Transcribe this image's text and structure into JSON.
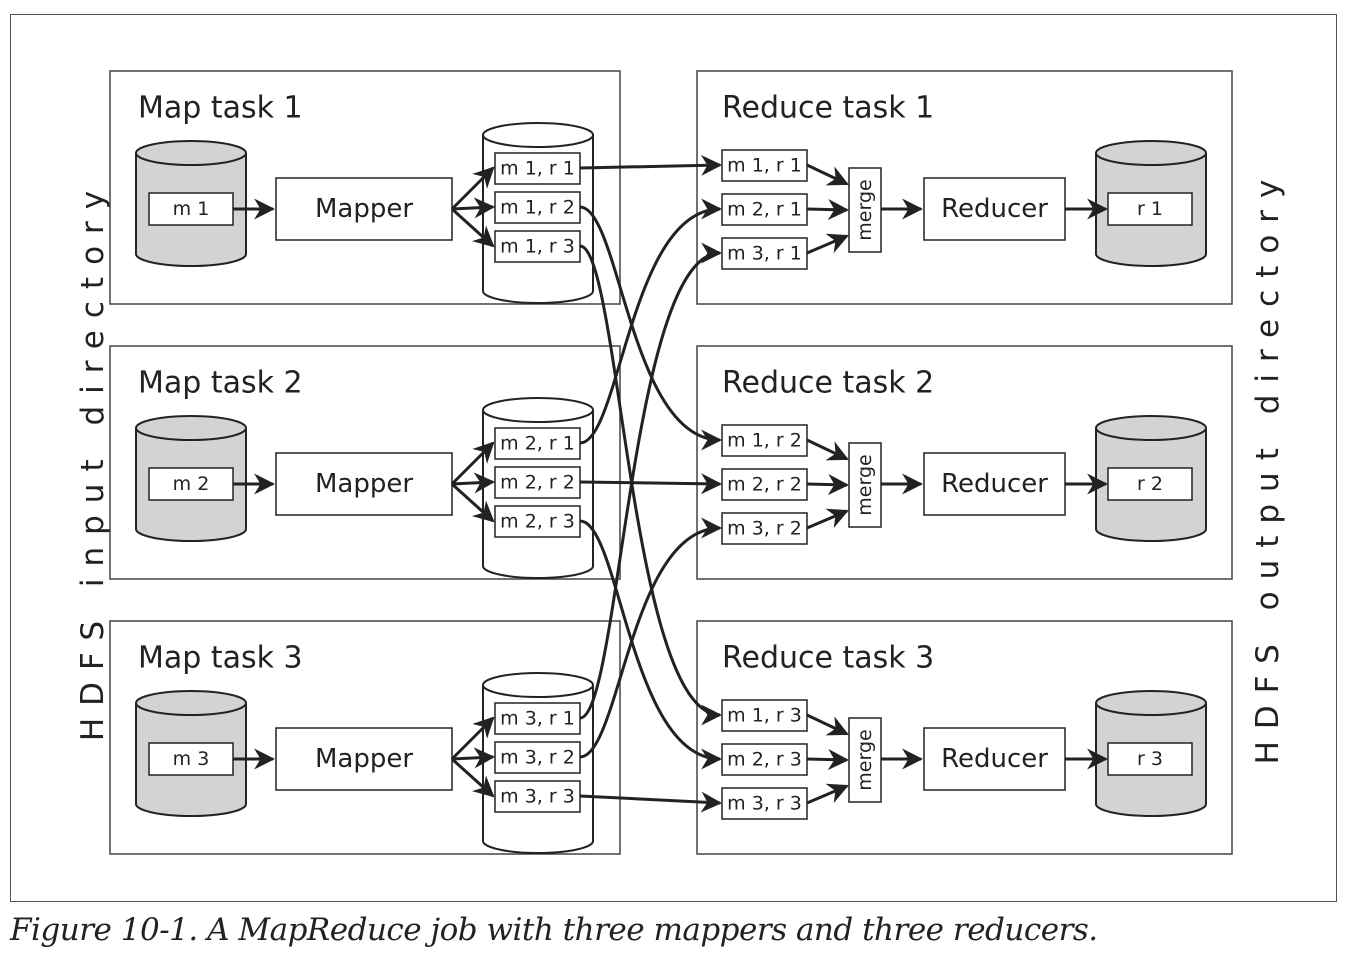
{
  "figure": {
    "caption": "Figure 10-1. A MapReduce job with three mappers and three reducers.",
    "left_label": "HDFS input directory",
    "right_label": "HDFS output directory",
    "colors": {
      "stroke": "#222222",
      "cylinder_fill": "#d3d3d3",
      "box_fill": "#ffffff",
      "frame": "#555555"
    }
  },
  "map_tasks": [
    {
      "title": "Map task 1",
      "input": "m 1",
      "processor": "Mapper",
      "partitions": [
        "m 1, r 1",
        "m 1, r 2",
        "m 1, r 3"
      ]
    },
    {
      "title": "Map task 2",
      "input": "m 2",
      "processor": "Mapper",
      "partitions": [
        "m 2, r 1",
        "m 2, r 2",
        "m 2, r 3"
      ]
    },
    {
      "title": "Map task 3",
      "input": "m 3",
      "processor": "Mapper",
      "partitions": [
        "m 3, r 1",
        "m 3, r 2",
        "m 3, r 3"
      ]
    }
  ],
  "reduce_tasks": [
    {
      "title": "Reduce task 1",
      "inputs": [
        "m 1, r 1",
        "m 2, r 1",
        "m 3, r 1"
      ],
      "merge": "merge",
      "processor": "Reducer",
      "output": "r 1"
    },
    {
      "title": "Reduce task 2",
      "inputs": [
        "m 1, r 2",
        "m 2, r 2",
        "m 3, r 2"
      ],
      "merge": "merge",
      "processor": "Reducer",
      "output": "r 2"
    },
    {
      "title": "Reduce task 3",
      "inputs": [
        "m 1, r 3",
        "m 2, r 3",
        "m 3, r 3"
      ],
      "merge": "merge",
      "processor": "Reducer",
      "output": "r 3"
    }
  ],
  "shuffle_edges": [
    {
      "from": "m 1, r 1",
      "to": "m 1, r 1"
    },
    {
      "from": "m 1, r 2",
      "to": "m 1, r 2"
    },
    {
      "from": "m 1, r 3",
      "to": "m 1, r 3"
    },
    {
      "from": "m 2, r 1",
      "to": "m 2, r 1"
    },
    {
      "from": "m 2, r 2",
      "to": "m 2, r 2"
    },
    {
      "from": "m 2, r 3",
      "to": "m 2, r 3"
    },
    {
      "from": "m 3, r 1",
      "to": "m 3, r 1"
    },
    {
      "from": "m 3, r 2",
      "to": "m 3, r 2"
    },
    {
      "from": "m 3, r 3",
      "to": "m 3, r 3"
    }
  ]
}
